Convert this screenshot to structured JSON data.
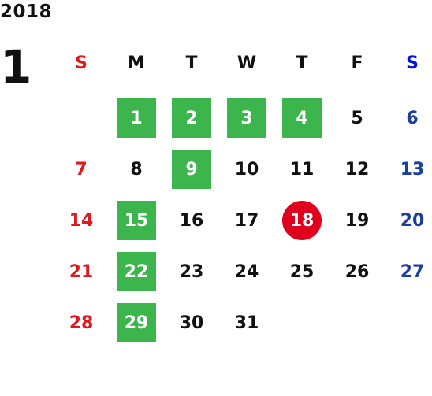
{
  "calendar": {
    "year": "2018",
    "month": "1",
    "weekdays": [
      "S",
      "M",
      "T",
      "W",
      "T",
      "F",
      "S"
    ],
    "colors": {
      "highlight_green": "#3cb64c",
      "today_red": "#e0001d",
      "sunday_red": "#e0191e",
      "saturday_blue": "#1b3f9d",
      "saturday_header_blue": "#0010e8"
    },
    "days": [
      {
        "label": "1",
        "highlight": "green"
      },
      {
        "label": "2",
        "highlight": "green"
      },
      {
        "label": "3",
        "highlight": "green"
      },
      {
        "label": "4",
        "highlight": "green"
      },
      {
        "label": "5",
        "highlight": "none"
      },
      {
        "label": "6",
        "highlight": "none"
      },
      {
        "label": "7",
        "highlight": "none"
      },
      {
        "label": "8",
        "highlight": "none"
      },
      {
        "label": "9",
        "highlight": "green"
      },
      {
        "label": "10",
        "highlight": "none"
      },
      {
        "label": "11",
        "highlight": "none"
      },
      {
        "label": "12",
        "highlight": "none"
      },
      {
        "label": "13",
        "highlight": "none"
      },
      {
        "label": "14",
        "highlight": "none"
      },
      {
        "label": "15",
        "highlight": "green"
      },
      {
        "label": "16",
        "highlight": "none"
      },
      {
        "label": "17",
        "highlight": "none"
      },
      {
        "label": "18",
        "highlight": "red-circle"
      },
      {
        "label": "19",
        "highlight": "none"
      },
      {
        "label": "20",
        "highlight": "none"
      },
      {
        "label": "21",
        "highlight": "none"
      },
      {
        "label": "22",
        "highlight": "green"
      },
      {
        "label": "23",
        "highlight": "none"
      },
      {
        "label": "24",
        "highlight": "none"
      },
      {
        "label": "25",
        "highlight": "none"
      },
      {
        "label": "26",
        "highlight": "none"
      },
      {
        "label": "27",
        "highlight": "none"
      },
      {
        "label": "28",
        "highlight": "none"
      },
      {
        "label": "29",
        "highlight": "green"
      },
      {
        "label": "30",
        "highlight": "none"
      },
      {
        "label": "31",
        "highlight": "none"
      }
    ]
  }
}
